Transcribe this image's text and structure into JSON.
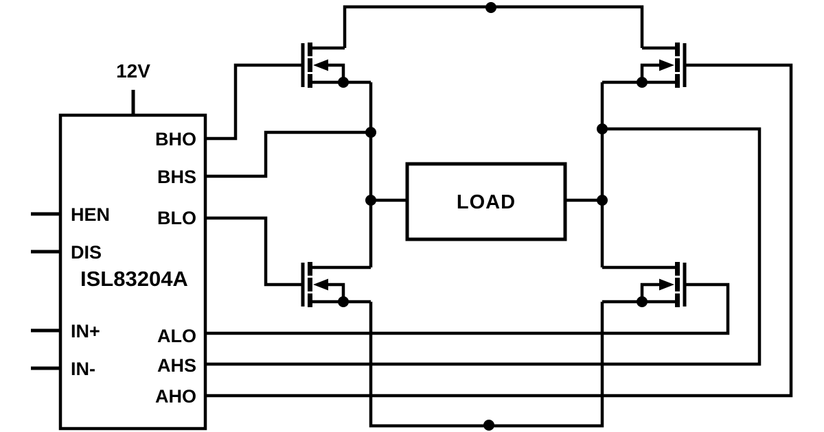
{
  "page": {
    "background_color": "#ffffff",
    "line_color": "#000000",
    "text_color": "#000000"
  },
  "schematic": {
    "supply_label": "12V",
    "ic": {
      "name": "ISL83204A",
      "left_pins": [
        "HEN",
        "DIS",
        "IN+",
        "IN-"
      ],
      "right_pins": [
        "BHO",
        "BHS",
        "BLO",
        "ALO",
        "AHS",
        "AHO"
      ]
    },
    "load_label": "LOAD",
    "components": {
      "transistors": [
        {
          "name": "nmos-b-high-side",
          "position": "top-left"
        },
        {
          "name": "nmos-a-high-side",
          "position": "top-right"
        },
        {
          "name": "nmos-b-low-side",
          "position": "bottom-left"
        },
        {
          "name": "nmos-a-low-side",
          "position": "bottom-right"
        }
      ]
    }
  }
}
